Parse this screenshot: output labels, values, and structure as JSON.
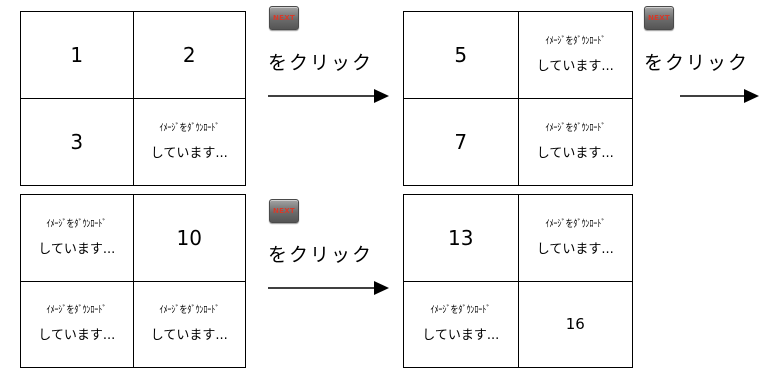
{
  "loading_text": {
    "line1": "ｲﾒｰｼﾞをﾀﾞｳﾝﾛｰﾄﾞ",
    "line2": "しています..."
  },
  "next_button": {
    "label": "NEXT"
  },
  "click_label": "をクリック",
  "grids": [
    {
      "cells": [
        {
          "value": "1"
        },
        {
          "value": "2"
        },
        {
          "value": "3"
        },
        {
          "loading": true
        }
      ]
    },
    {
      "cells": [
        {
          "value": "5"
        },
        {
          "loading": true
        },
        {
          "value": "7"
        },
        {
          "loading": true
        }
      ]
    },
    {
      "cells": [
        {
          "loading": true
        },
        {
          "value": "10"
        },
        {
          "loading": true
        },
        {
          "loading": true
        }
      ]
    },
    {
      "cells": [
        {
          "value": "13"
        },
        {
          "loading": true
        },
        {
          "loading": true
        },
        {
          "value": "16"
        }
      ]
    }
  ]
}
